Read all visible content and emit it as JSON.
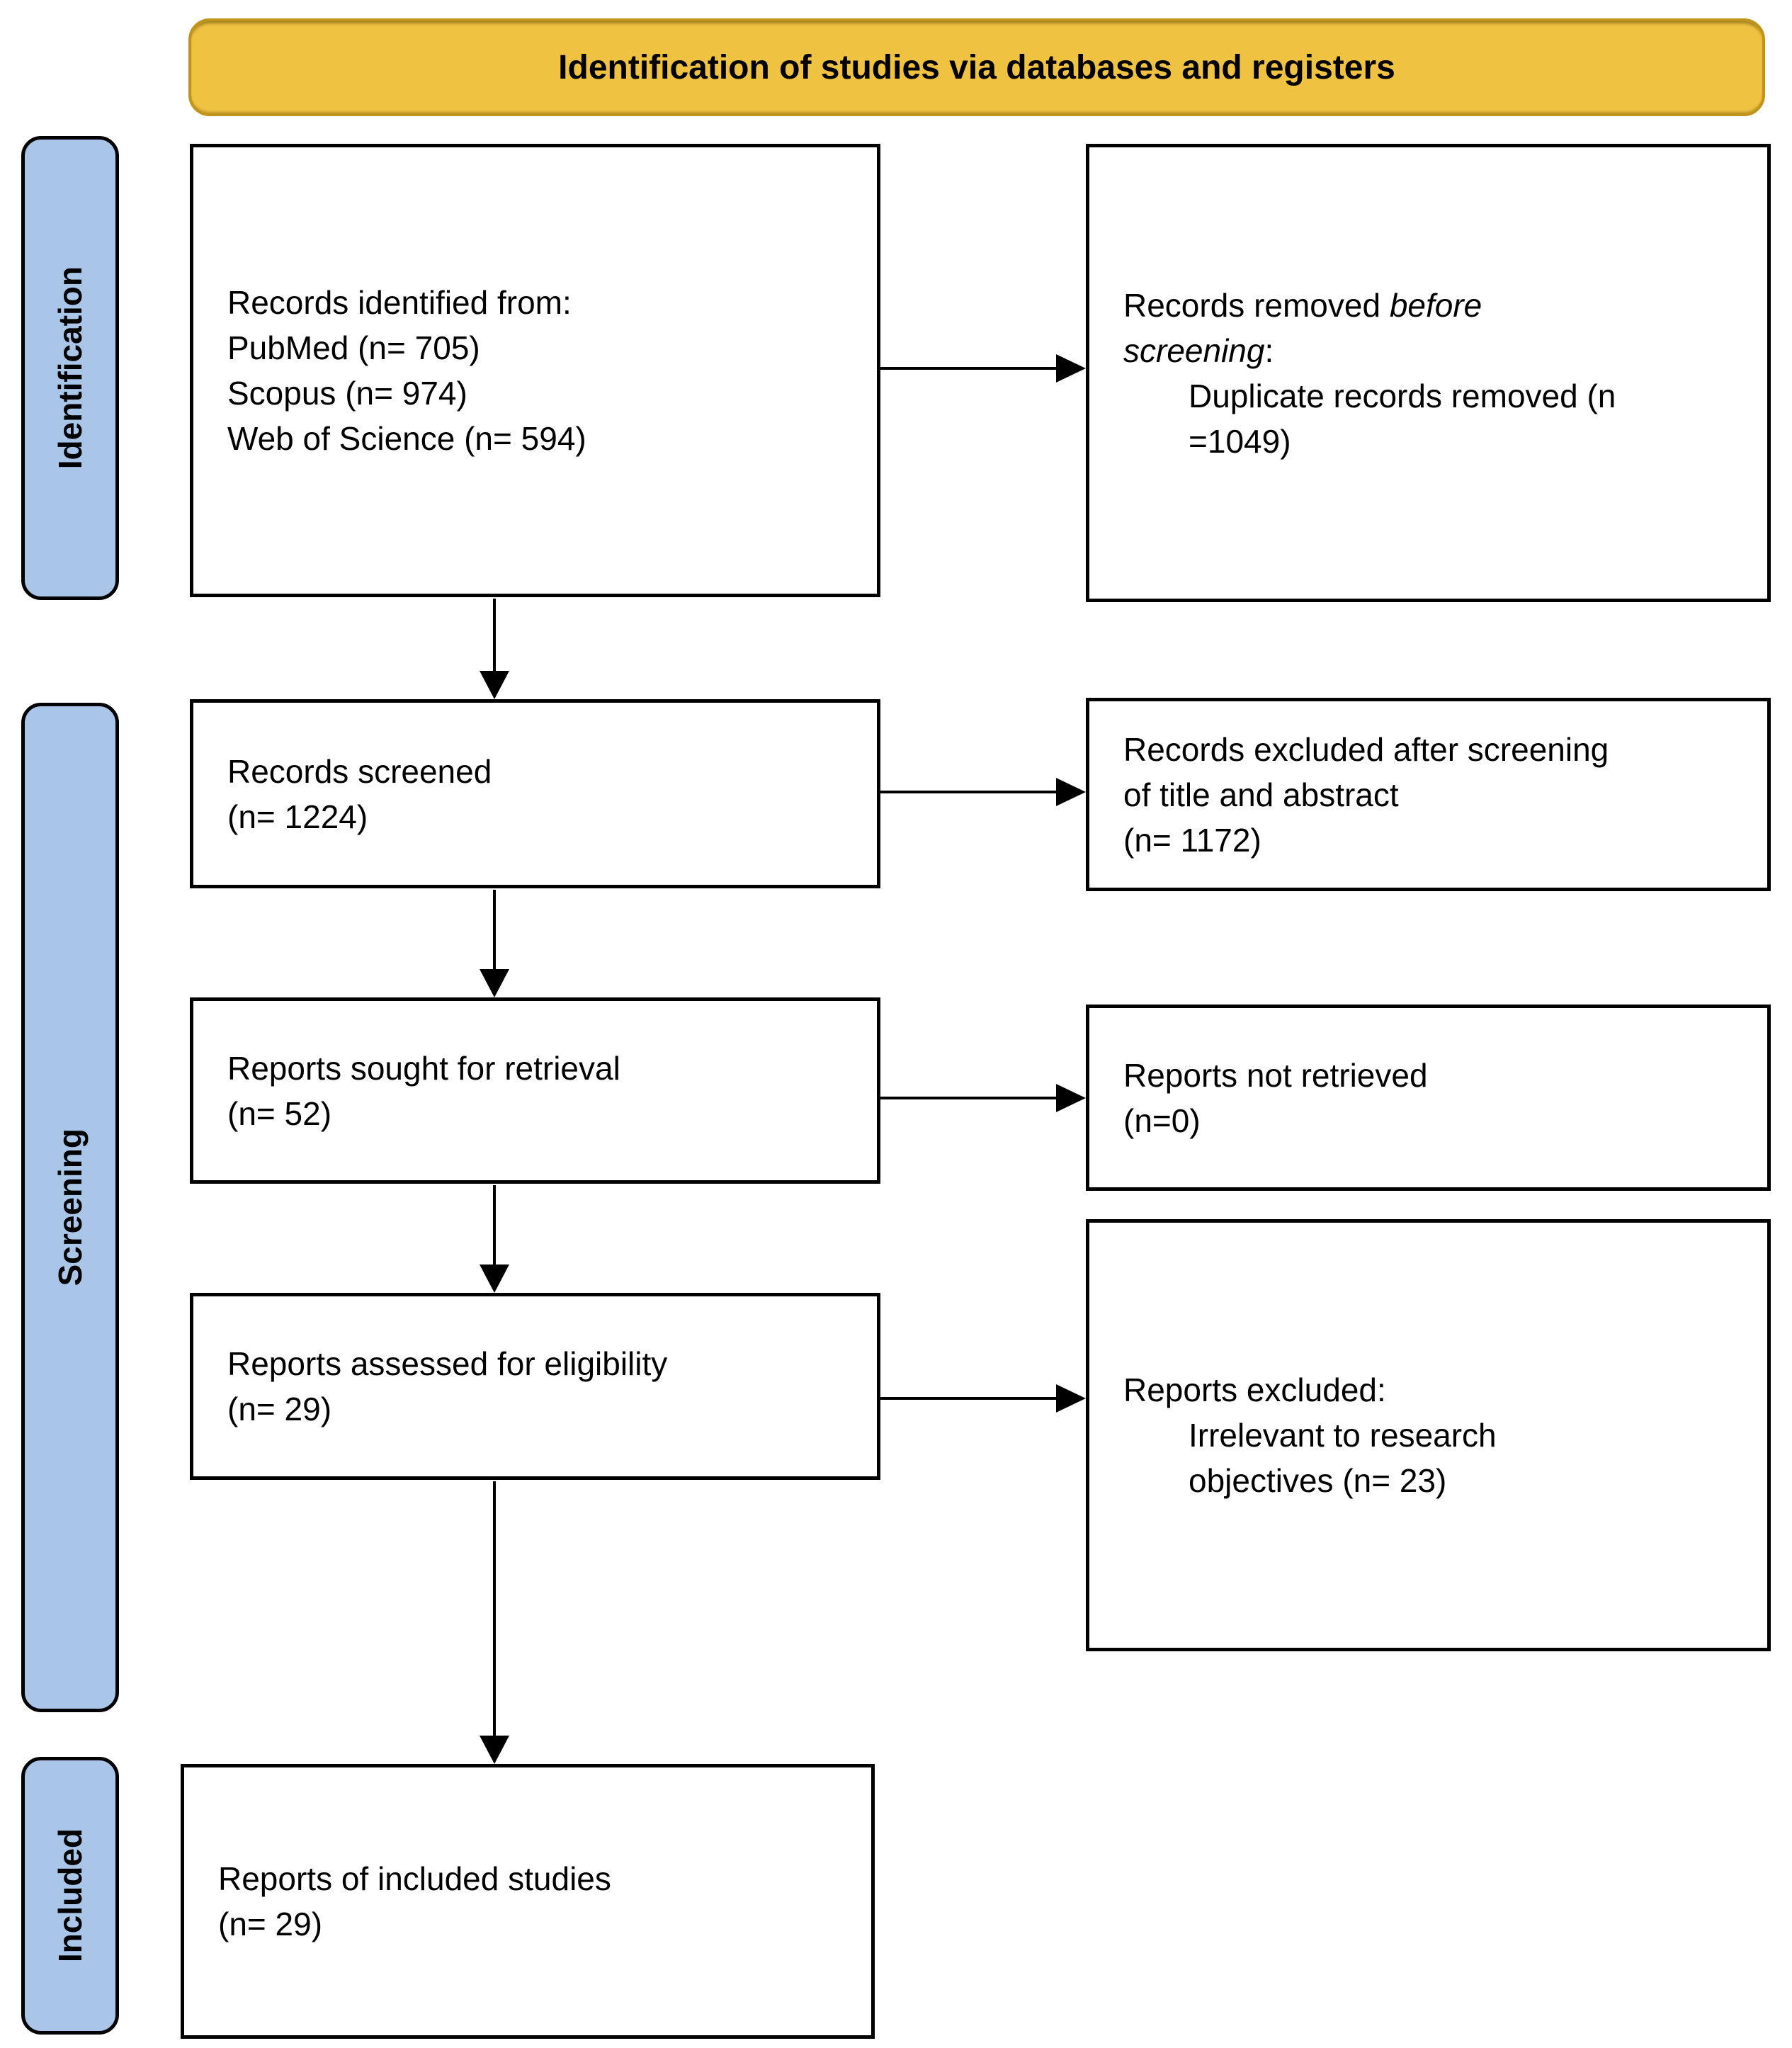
{
  "banner": {
    "title": "Identification of studies via databases and registers"
  },
  "sidebar": {
    "items": [
      {
        "label": "Identification"
      },
      {
        "label": "Screening"
      },
      {
        "label": "Included"
      }
    ]
  },
  "flow": {
    "identified": {
      "lines": [
        "Records identified from:",
        "PubMed (n= 705)",
        "Scopus (n= 974)",
        "Web of Science (n= 594)"
      ]
    },
    "screened": {
      "lines": [
        "Records screened",
        "(n= 1224)"
      ]
    },
    "sought": {
      "lines": [
        "Reports sought for retrieval",
        "(n= 52)"
      ]
    },
    "assessed": {
      "lines": [
        "Reports assessed for eligibility",
        "(n= 29)"
      ]
    },
    "included": {
      "lines": [
        "Reports of included studies",
        "(n= 29)"
      ]
    }
  },
  "exclusions": {
    "removed": {
      "prefix": "Records removed ",
      "italic_line1": "before",
      "italic_line2": "screening",
      "colon": ":",
      "detail_lines": [
        "Duplicate records removed (n",
        "=1049)"
      ]
    },
    "excluded_screening": {
      "lines": [
        "Records excluded after screening",
        "of title and abstract",
        "(n= 1172)"
      ]
    },
    "not_retrieved": {
      "lines": [
        "Reports not retrieved",
        "(n=0)"
      ]
    },
    "excluded_eligibility": {
      "title": "Reports excluded:",
      "detail_lines": [
        "Irrelevant to research",
        "objectives (n= 23)"
      ]
    }
  },
  "colors": {
    "banner_fill": "#F0C242",
    "banner_border": "#C0931B",
    "sidebar_fill": "#A9C5E8",
    "box_border": "#000000",
    "arrow": "#000000",
    "text": "#000000"
  }
}
